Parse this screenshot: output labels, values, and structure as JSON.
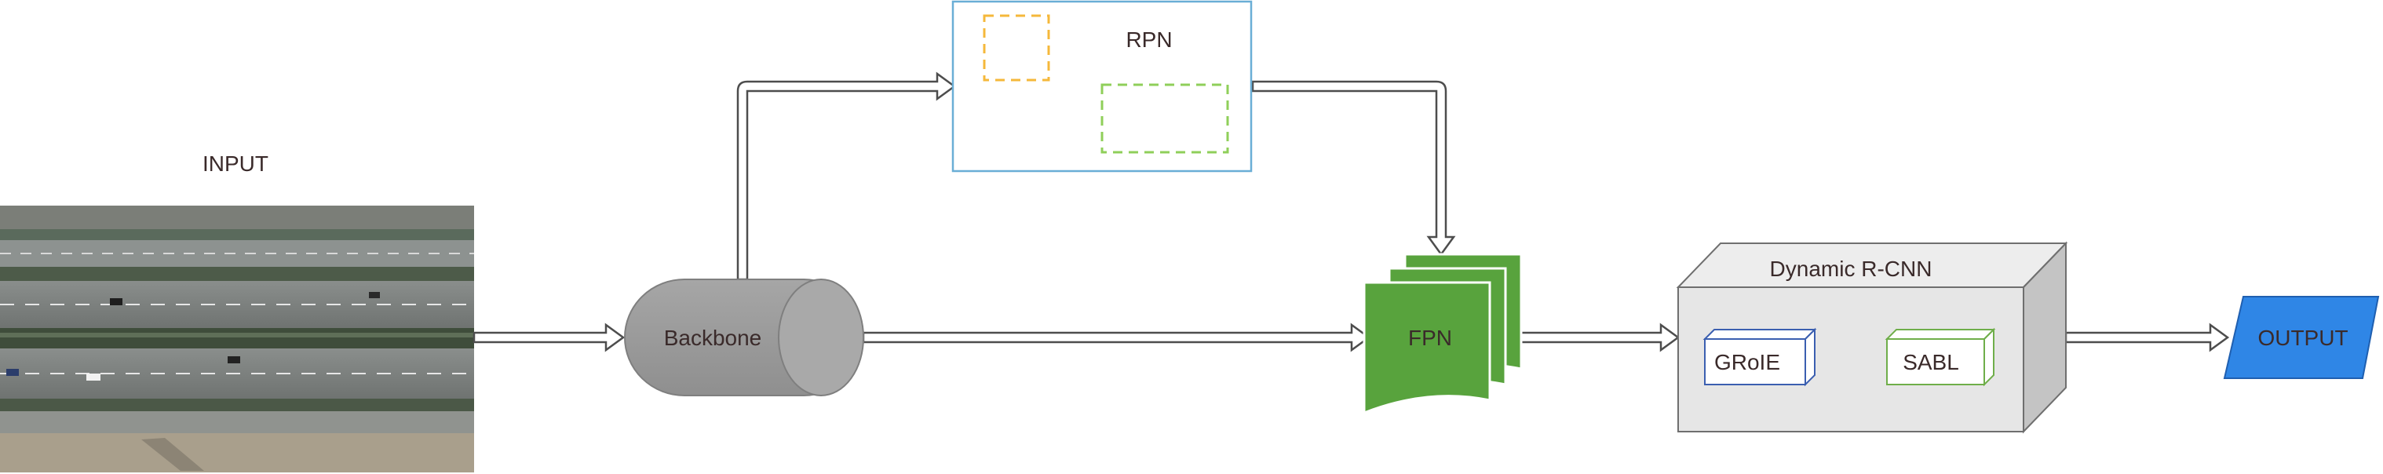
{
  "input": {
    "label": "INPUT",
    "image": "aerial-highway-photo"
  },
  "backbone": {
    "label": "Backbone"
  },
  "rpn": {
    "label": "RPN"
  },
  "fpn": {
    "label": "FPN"
  },
  "dynamic_rcnn": {
    "label": "Dynamic R-CNN",
    "modules": [
      {
        "label": "GRoIE"
      },
      {
        "label": "SABL"
      }
    ]
  },
  "output": {
    "label": "OUTPUT"
  },
  "colors": {
    "backbone": "#9e9e9e",
    "fpn": "#58a33d",
    "output": "#2f86e6",
    "rpn_border": "#6aaed6",
    "proposal_yellow": "#f5b83b",
    "proposal_green": "#8fcf5a",
    "groie_border": "#3b5fb0",
    "sabl_border": "#6fae4a",
    "box_face": "#e6e6e6"
  }
}
